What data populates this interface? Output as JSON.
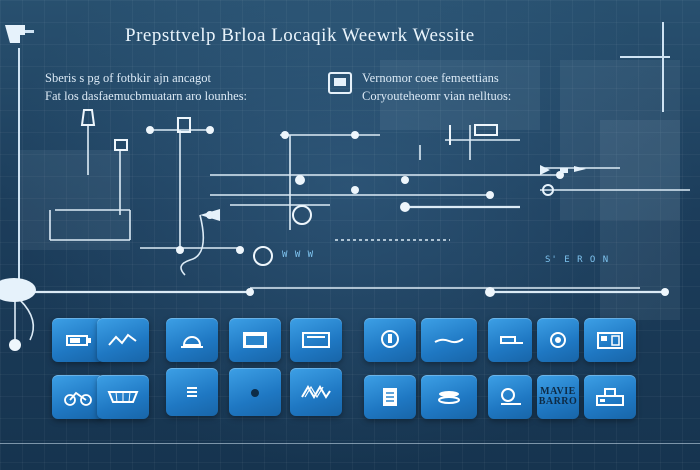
{
  "header": {
    "title": "Prepsttvelp Brloa Locaqik Weewrk Wessite"
  },
  "intro": {
    "left_line1": "Sberis s pg of fotbkir ajn ancagot",
    "left_line2": "Fat los dasfaemucbmuatarn aro lounhes:",
    "right_line1": "Vernomor coee femeettians",
    "right_line2": "Coryouteheomr vian nelltuos:"
  },
  "labels": {
    "code_a": "W  W  W",
    "code_b": "S' E R O N"
  },
  "tiles": [
    {
      "name": "tile-battery",
      "icon": "battery-icon"
    },
    {
      "name": "tile-signal",
      "icon": "signal-wave-icon"
    },
    {
      "name": "tile-sensor",
      "icon": "sensor-dome-icon"
    },
    {
      "name": "tile-window",
      "icon": "window-icon"
    },
    {
      "name": "tile-tray",
      "icon": "tray-icon"
    },
    {
      "name": "tile-lamp",
      "icon": "lamp-icon"
    },
    {
      "name": "tile-wave",
      "icon": "wave-icon"
    },
    {
      "name": "tile-drone",
      "icon": "drone-icon"
    },
    {
      "name": "tile-eye",
      "icon": "eye-icon"
    },
    {
      "name": "tile-circuit",
      "icon": "circuit-icon"
    },
    {
      "name": "tile-bike",
      "icon": "bike-icon"
    },
    {
      "name": "tile-grid",
      "icon": "grid-icon"
    },
    {
      "name": "tile-list",
      "icon": "list-icon"
    },
    {
      "name": "tile-dot",
      "icon": "dot-icon"
    },
    {
      "name": "tile-pattern",
      "icon": "pattern-icon"
    },
    {
      "name": "tile-doc",
      "icon": "document-icon"
    },
    {
      "name": "tile-disk",
      "icon": "disk-icon"
    },
    {
      "name": "tile-globe",
      "icon": "globe-icon"
    },
    {
      "name": "tile-text",
      "icon": "text-badge-icon",
      "text_line1": "MAVIE",
      "text_line2": "BARRO"
    },
    {
      "name": "tile-blocks",
      "icon": "blocks-icon"
    }
  ],
  "colors": {
    "accent": "#2f8fd8",
    "line": "#dcebf6",
    "label": "#7fc4f0"
  }
}
